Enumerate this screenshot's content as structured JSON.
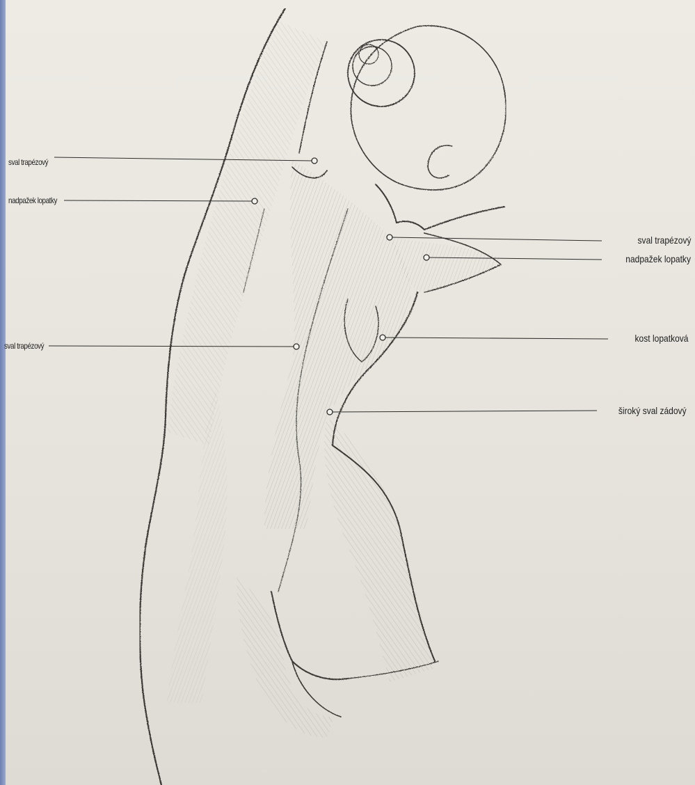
{
  "labels": {
    "left_1": "sval trapézový",
    "left_2": "nadpažek lopatky",
    "left_3": "sval trapézový",
    "right_1": "sval trapézový",
    "right_2": "nadpažek lopatky",
    "right_3": "kost lopatková",
    "right_4": "široký sval zádový"
  },
  "colors": {
    "paper": "#e9e6df",
    "pencil": "#3a3835",
    "book_edge": "#6d7fb0"
  }
}
